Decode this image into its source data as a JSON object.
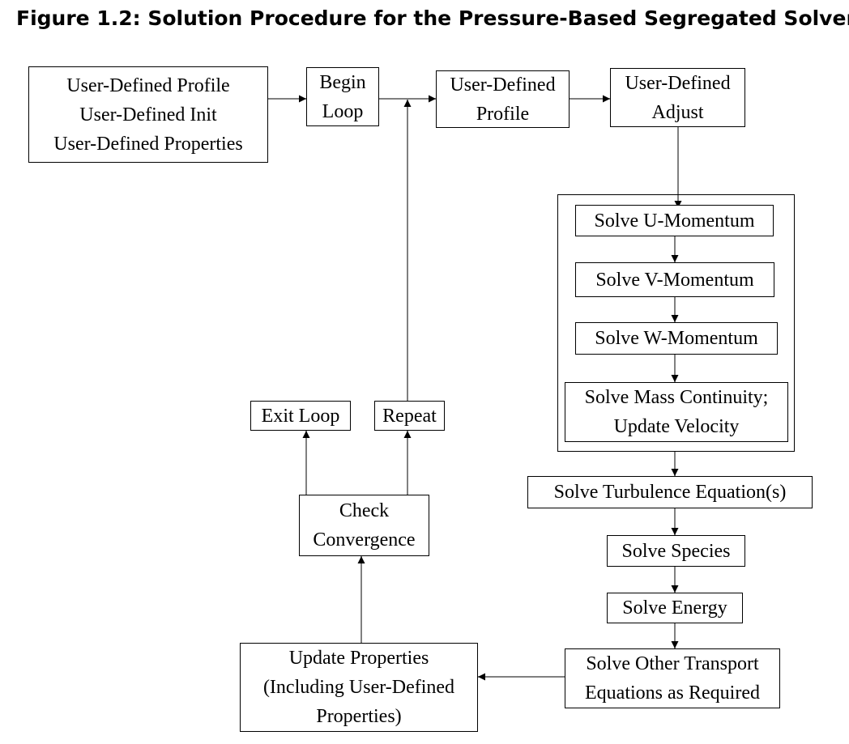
{
  "title": "Figure 1.2: Solution Procedure for the Pressure-Based Segregated Solver",
  "nodes": {
    "udf_setup": [
      "User-Defined Profile",
      "User-Defined Init",
      "User-Defined Properties"
    ],
    "begin_loop": [
      "Begin",
      "Loop"
    ],
    "udf_profile": [
      "User-Defined",
      "Profile"
    ],
    "udf_adjust": [
      "User-Defined",
      "Adjust"
    ],
    "solve_u": [
      "Solve U-Momentum"
    ],
    "solve_v": [
      "Solve V-Momentum"
    ],
    "solve_w": [
      "Solve W-Momentum"
    ],
    "solve_mass": [
      "Solve Mass Continuity;",
      "Update Velocity"
    ],
    "solve_turb": [
      "Solve Turbulence Equation(s)"
    ],
    "solve_species": [
      "Solve Species"
    ],
    "solve_energy": [
      "Solve Energy"
    ],
    "solve_other": [
      "Solve Other Transport",
      "Equations as Required"
    ],
    "update_props": [
      "Update Properties",
      "(Including User-Defined",
      "Properties)"
    ],
    "check_conv": [
      "Check",
      "Convergence"
    ],
    "exit_loop": [
      "Exit Loop"
    ],
    "repeat": [
      "Repeat"
    ]
  }
}
